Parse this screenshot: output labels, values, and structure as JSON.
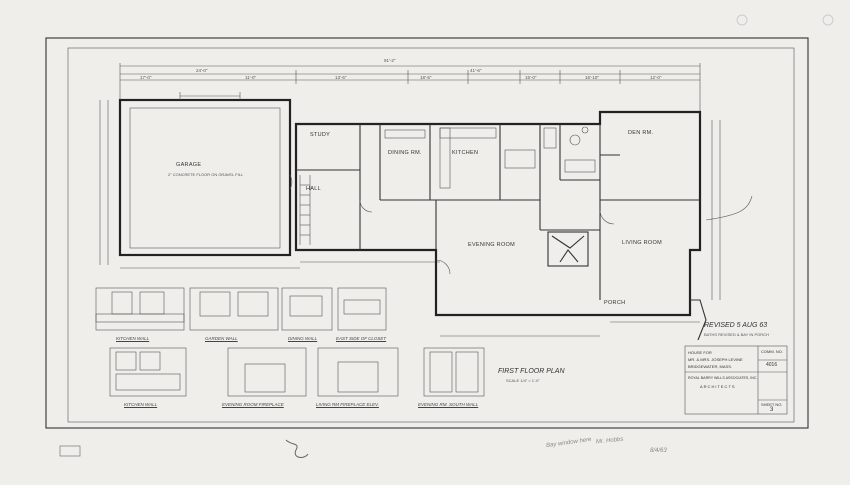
{
  "overall_dimension": "91'-2\"",
  "sub_dimensions": {
    "left": "24'-0\"",
    "right": "41'-6\"",
    "top_pieces": [
      "17'-0\"",
      "11'-0\"",
      "13'-6\"",
      "18'-6\"",
      "15'-0\"",
      "16'-10\"",
      "12'-0\""
    ]
  },
  "rooms": {
    "garage": {
      "name": "GARAGE",
      "note": "2\" CONCRETE FLOOR ON GRAVEL FILL"
    },
    "study": {
      "name": "STUDY"
    },
    "hall": {
      "name": "HALL"
    },
    "dining": {
      "name": "DINING RM."
    },
    "kitchen": {
      "name": "KITCHEN"
    },
    "den": {
      "name": "DEN RM."
    },
    "evening_room": {
      "name": "EVENING ROOM"
    },
    "living_room": {
      "name": "LIVING ROOM"
    },
    "porch": {
      "name": "PORCH"
    }
  },
  "plan_title": "FIRST FLOOR PLAN",
  "plan_scale": "SCALE 1/4\" = 1'-0\"",
  "revision_note": "REVISED 5 AUG 63",
  "revision_sub": "BATHS REVISED & BAY IN PORCH",
  "elevations": {
    "upper": [
      "KITCHEN WALL",
      "GARDEN WALL",
      "DINING WALL",
      "EAST SIDE OF CLOSET"
    ],
    "lower": [
      "KITCHEN WALL",
      "EVENING ROOM FIREPLACE",
      "LIVING RM FIREPLACE ELEV.",
      "EVENING RM. SOUTH WALL"
    ]
  },
  "title_block": {
    "project": "HOUSE FOR",
    "client": "MR. & MRS. JOSEPH LEVINE",
    "location": "BRIDGEWATER, MASS.",
    "firm": "ROYAL BARRY WILLS ASSOCIATES, INC.",
    "role": "ARCHITECTS",
    "comm_label": "COMM. NO.",
    "comm_no": "4016",
    "sheet_label": "SHEET NO.",
    "sheet_no": "3"
  },
  "pencil_notes": [
    "Bay window here",
    "Mr. Hobbs",
    "8/4/63"
  ],
  "colors": {
    "paper": "#efeeea",
    "ink": "#3f3f3f",
    "pencil": "#8a8a8a"
  }
}
